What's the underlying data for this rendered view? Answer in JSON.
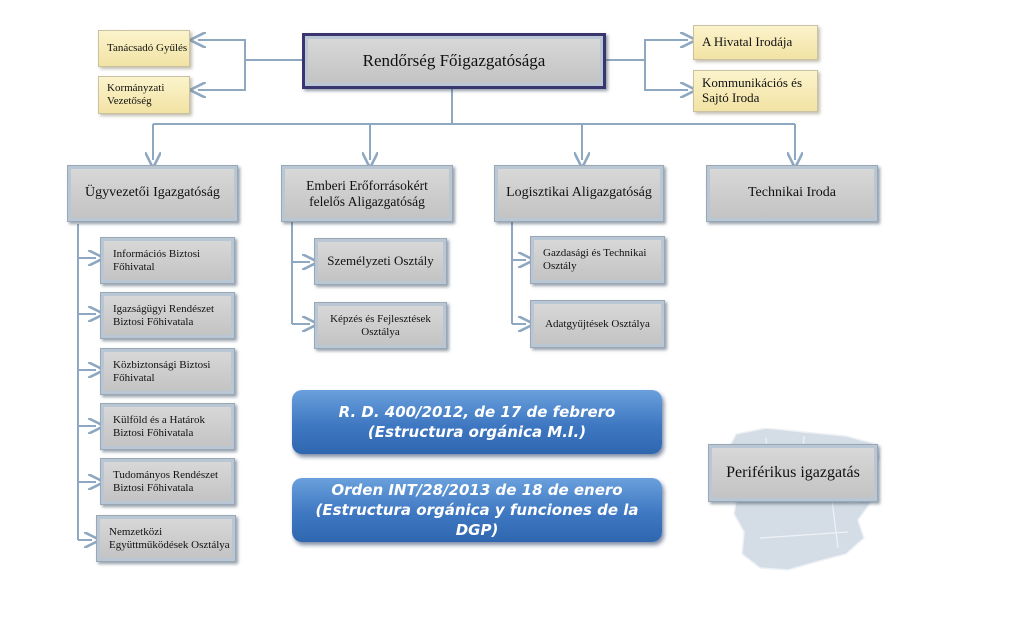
{
  "diagram": {
    "top": "Rendőrség Főigazgatósága",
    "left_side": [
      "Tanácsadó Gyűlés",
      "Kormányzati Vezetőség"
    ],
    "right_side": [
      "A Hivatal Irodája",
      "Kommunikációs és Sajtó Iroda"
    ],
    "level1": {
      "ugyvezetoi": "Ügyvezetői Igazgatóság",
      "emberi": "Emberi Erőforrásokért felelős Aligazgatóság",
      "logisztikai": "Logisztikai Aligazgatóság",
      "technikai": "Technikai Iroda"
    },
    "ugyvezetoi_children": [
      "Információs Biztosi Főhivatal",
      "Igazságügyi Rendészet Biztosi Főhivatala",
      "Közbiztonsági Biztosi Főhivatal",
      "Külföld és a Határok Biztosi Főhivatala",
      "Tudományos Rendészet Biztosi Főhivatala",
      "Nemzetközi Együttműködések Osztálya"
    ],
    "emberi_children": [
      "Személyzeti Osztály",
      "Képzés és Fejlesztések Osztálya"
    ],
    "logisztikai_children": [
      "Gazdasági és Technikai Osztály",
      "Adatgyűjtések Osztálya"
    ],
    "periferikus": "Periférikus igazgatás",
    "decrees": [
      {
        "line1": "R. D. 400/2012, de 17 de febrero",
        "line2": "(Estructura orgánica M.I.)"
      },
      {
        "line1": "Orden INT/28/2013 de 18 de enero",
        "line2": "(Estructura orgánica y funciones de la DGP)"
      }
    ],
    "colors": {
      "connector": "#8fa8c2",
      "top_border": "#3b356f",
      "blue_banner": "#3f78c2",
      "yellow": "#f6e9b2"
    }
  }
}
